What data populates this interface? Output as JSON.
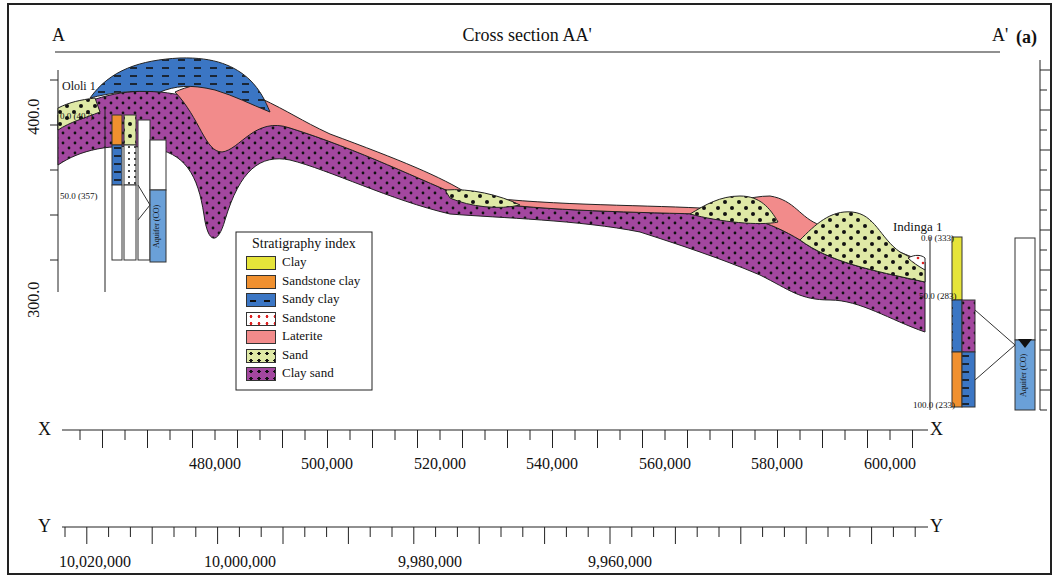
{
  "diagram": {
    "title": "Cross section AA'",
    "labels": [
      "A",
      "A'",
      "(a)",
      "Ololi 1",
      "0.0 (407)",
      "50.0 (357)",
      "Aquifer (CO)",
      "Indinga 1",
      "0.0 (333)",
      "50.0 (283)",
      "100.0 (233)",
      "Aquifer (CO)",
      "400.0",
      "300.0",
      "X",
      "X",
      "480,000",
      "500,000",
      "520,000",
      "540,000",
      "560,000",
      "580,000",
      "600,000",
      "Y",
      "Y",
      "10,020,000",
      "10,000,000",
      "9,980,000",
      "9,960,000",
      "Stratigraphy index"
    ],
    "legend": [
      {
        "text": "Clay",
        "color": "#e6e43a"
      },
      {
        "text": "Sandstone clay",
        "color": "#f0902f"
      },
      {
        "text": "Sandy clay",
        "color": "#3b76c4"
      },
      {
        "text": "Sandstone",
        "color": "#ffffff"
      },
      {
        "text": "Laterite",
        "color": "#f28b8b"
      },
      {
        "text": "Sand",
        "color": "#dfe9a6"
      },
      {
        "text": "Clay sand",
        "color": "#a3479f"
      }
    ]
  }
}
